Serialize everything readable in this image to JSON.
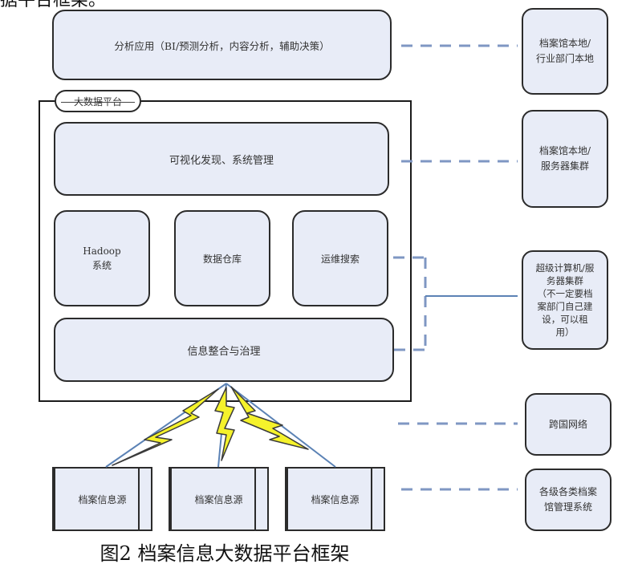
{
  "top_text": "据平台框架。",
  "analysis_box": "分析应用（BI/预测分析，内容分析，辅助决策）",
  "platform_label": "大数据平台",
  "visual_box": "可视化发现、系统管理",
  "hadoop_box": "Hadoop\n系统",
  "warehouse_box": "数据仓库",
  "search_box": "运维搜索",
  "integration_box": "信息整合与治理",
  "source_label": "档案信息源",
  "side_boxes": {
    "s1": "档案馆本地/\n行业部门本地",
    "s2": "档案馆本地/\n服务器集群",
    "s3": "超级计算机/服\n务器集群\n（不一定要档\n案部门自己建\n设，可以租\n用）",
    "s4": "跨国网络",
    "s5": "各级各类档案\n馆管理系统"
  },
  "caption": "图2  档案信息大数据平台框架",
  "colors": {
    "box_fill": "#e8ecf7",
    "dash_line": "#7f97c3",
    "lightning_fill": "#f5f22b",
    "link_line": "#5b82b5"
  }
}
